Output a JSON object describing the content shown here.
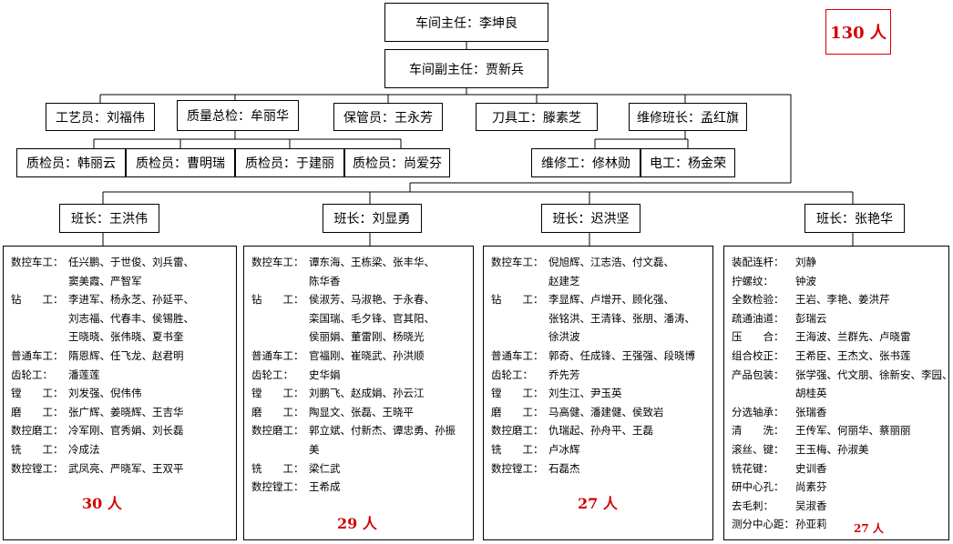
{
  "total": "130 人",
  "director": "车间主任：李坤良",
  "deputy": "车间副主任：贾新兵",
  "staff": [
    "工艺员：刘福伟",
    "质量总检：牟丽华",
    "保管员：王永芳",
    "刀具工：滕素芝",
    "维修班长：孟红旗"
  ],
  "inspectors": [
    "质检员：韩丽云",
    "质检员：曹明瑞",
    "质检员：于建丽",
    "质检员：尚爱芬"
  ],
  "maintenance": [
    "维修工：修林勋",
    "电工：杨金荣"
  ],
  "leaders": [
    "班长：王洪伟",
    "班长：刘显勇",
    "班长：迟洪坚",
    "班长：张艳华"
  ],
  "teams": [
    {
      "count": "30 人",
      "rows": [
        {
          "label": "数控车工：",
          "lines": [
            "任兴鹏、于世俊、刘兵雷、",
            "窦美霞、严智军"
          ]
        },
        {
          "label": "钻　　工：",
          "lines": [
            "李进军、杨永芝、孙延平、",
            "刘志福、代春丰、侯锡胜、",
            "王晓晓、张伟晓、夏书奎"
          ]
        },
        {
          "label": "普通车工：",
          "lines": [
            "隋恩辉、任飞龙、赵君明"
          ]
        },
        {
          "label": "齿轮工：",
          "lines": [
            "潘莲莲"
          ]
        },
        {
          "label": "镗　　工：",
          "lines": [
            "刘发强、倪伟伟"
          ]
        },
        {
          "label": "磨　　工：",
          "lines": [
            "张广辉、姜晓辉、王吉华"
          ]
        },
        {
          "label": "数控磨工：",
          "lines": [
            "冷军刚、官秀娟、刘长磊"
          ]
        },
        {
          "label": "铣　　工：",
          "lines": [
            "冷成法"
          ]
        },
        {
          "label": "数控镗工：",
          "lines": [
            "武凤亮、严晓军、王双平"
          ]
        }
      ]
    },
    {
      "count": "29 人",
      "rows": [
        {
          "label": "数控车工：",
          "lines": [
            "谭东海、王栋梁、张丰华、",
            "陈华香"
          ]
        },
        {
          "label": "钻　　工：",
          "lines": [
            "侯淑芳、马淑艳、于永春、",
            "栾国瑞、毛夕锋、官其阳、",
            "侯丽娟、董雷刚、杨晓光"
          ]
        },
        {
          "label": "普通车工：",
          "lines": [
            "官福刚、崔晓武、孙洪顺"
          ]
        },
        {
          "label": "齿轮工：",
          "lines": [
            "史华娟"
          ]
        },
        {
          "label": "镗　　工：",
          "lines": [
            "刘鹏飞、赵成娟、孙云江"
          ]
        },
        {
          "label": "磨　　工：",
          "lines": [
            "陶显文、张磊、王晓平"
          ]
        },
        {
          "label": "数控磨工：",
          "lines": [
            "郭立斌、付新杰、谭忠勇、孙振",
            "美"
          ]
        },
        {
          "label": "铣　　工：",
          "lines": [
            "梁仁武"
          ]
        },
        {
          "label": "数控镗工：",
          "lines": [
            "王希成"
          ]
        }
      ]
    },
    {
      "count": "27 人",
      "rows": [
        {
          "label": "数控车工：",
          "lines": [
            "倪旭辉、江志浩、付文磊、",
            "赵建芝"
          ]
        },
        {
          "label": "钻　　工：",
          "lines": [
            "李显辉、卢增开、顾化强、",
            "张铭洪、王清锋、张朋、潘涛、",
            "徐洪波"
          ]
        },
        {
          "label": "普通车工：",
          "lines": [
            "郭奇、任成锋、王强强、段晓博"
          ]
        },
        {
          "label": "齿轮工：",
          "lines": [
            "乔先芳"
          ]
        },
        {
          "label": "镗　　工：",
          "lines": [
            "刘生江、尹玉英"
          ]
        },
        {
          "label": "磨　　工：",
          "lines": [
            "马高健、潘建健、侯致岩"
          ]
        },
        {
          "label": "数控磨工：",
          "lines": [
            "仇瑞起、孙舟平、王磊"
          ]
        },
        {
          "label": "铣　　工：",
          "lines": [
            "卢冰辉"
          ]
        },
        {
          "label": "数控镗工：",
          "lines": [
            "石磊杰"
          ]
        }
      ]
    },
    {
      "count": "27 人",
      "rows": [
        {
          "label": "装配连杆：",
          "lines": [
            "刘静"
          ]
        },
        {
          "label": "拧螺纹：",
          "lines": [
            "钟波"
          ]
        },
        {
          "label": "全数检验：",
          "lines": [
            "王岩、李艳、姜洪芹"
          ]
        },
        {
          "label": "疏通油道：",
          "lines": [
            "彭瑞云"
          ]
        },
        {
          "label": "压　　合：",
          "lines": [
            "王海波、兰群先、卢晓雷"
          ]
        },
        {
          "label": "组合校正：",
          "lines": [
            "王希臣、王杰文、张书莲"
          ]
        },
        {
          "label": "产品包装：",
          "lines": [
            "张学强、代文朋、徐新安、李园、",
            "胡桂英"
          ]
        },
        {
          "label": "分选轴承：",
          "lines": [
            "张瑞香"
          ]
        },
        {
          "label": "清　　洗：",
          "lines": [
            "王传军、何丽华、蔡丽丽"
          ]
        },
        {
          "label": "滚丝、键：",
          "lines": [
            "王玉梅、孙淑美"
          ]
        },
        {
          "label": "铣花键：",
          "lines": [
            "史训香"
          ]
        },
        {
          "label": "研中心孔：",
          "lines": [
            "尚素芬"
          ]
        },
        {
          "label": "去毛刺：",
          "lines": [
            "吴淑香"
          ]
        },
        {
          "label": "测分中心距：",
          "lines": [
            "孙亚莉"
          ]
        }
      ]
    }
  ]
}
